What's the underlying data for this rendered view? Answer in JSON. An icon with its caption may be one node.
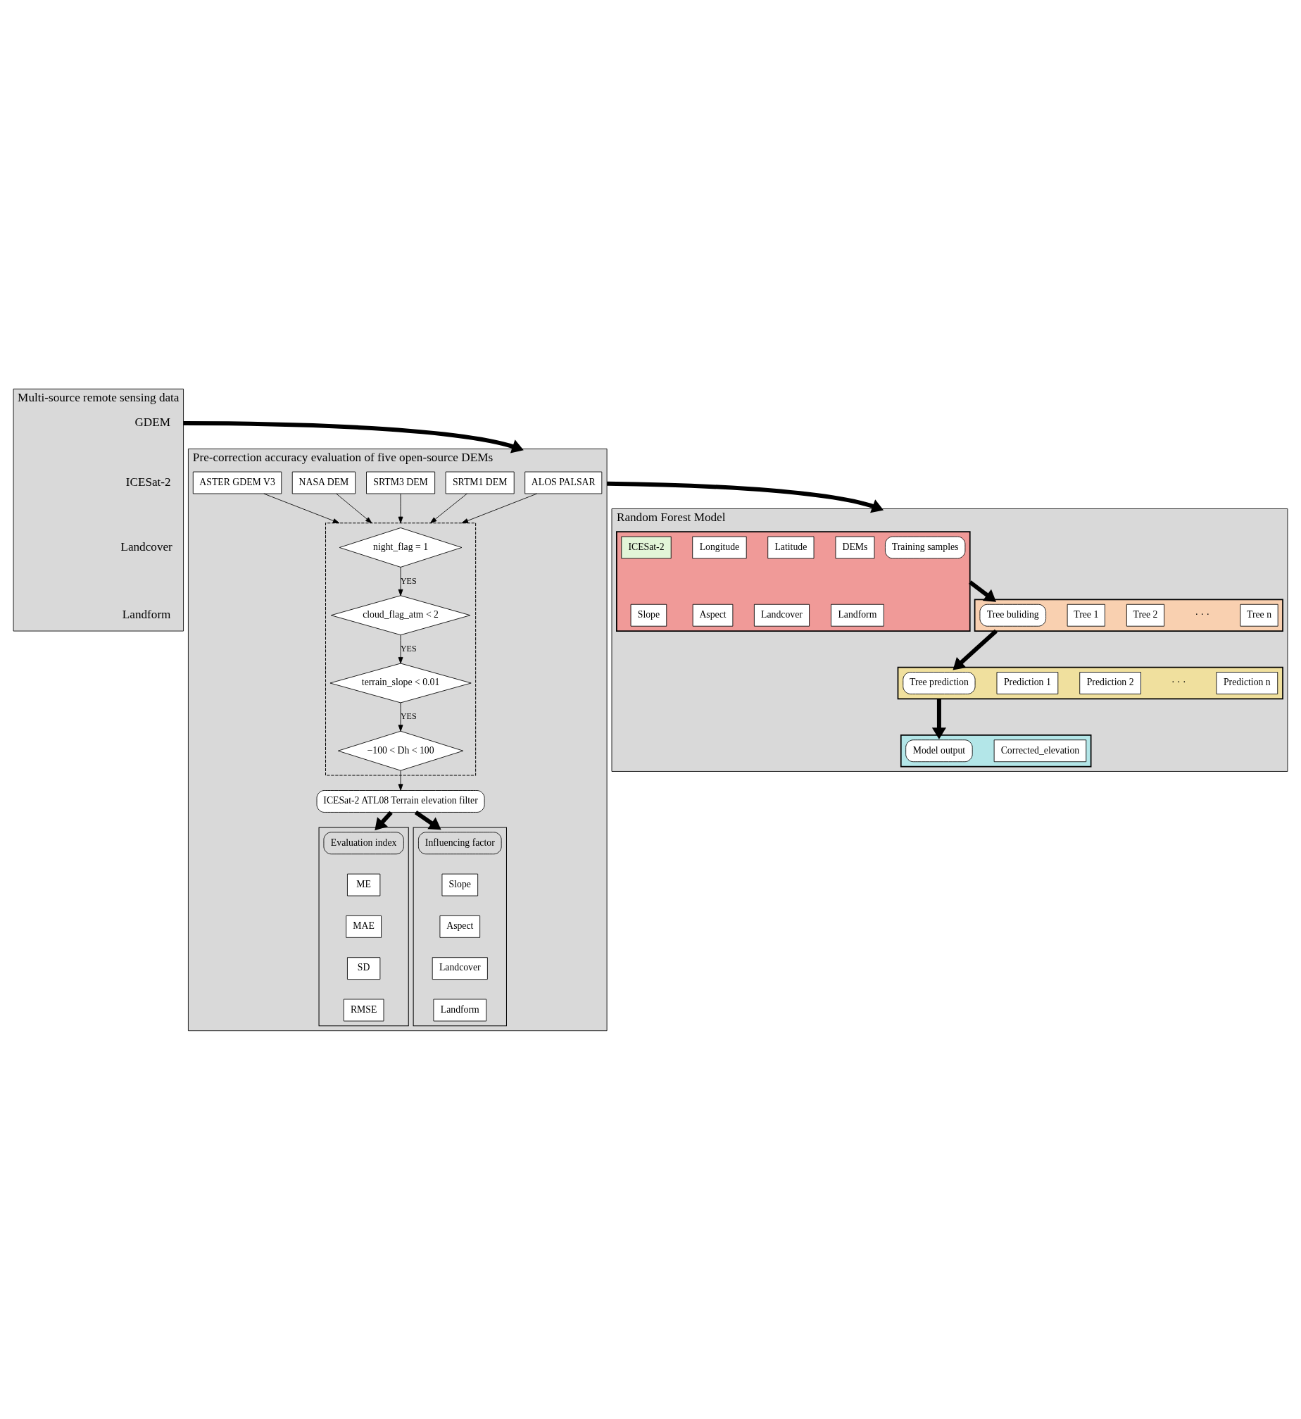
{
  "diagram": {
    "nodes": [
      {
        "text": [
          "Multi-source remote sensing data"
        ]
      },
      {
        "text": [
          "GDEM"
        ],
        "in": 0
      },
      {
        "text": [
          "ICESat-2"
        ],
        "in": 0
      },
      {
        "text": [
          "Landcover"
        ],
        "in": 0
      },
      {
        "text": [
          "Landform"
        ],
        "in": 0
      },
      {
        "text": [
          "Pre-correction accuracy evaluation of five open-source DEMs"
        ]
      },
      {
        "text": [
          "ALOS PALSAR"
        ],
        "in": 5
      },
      {
        "text": [
          "SRTM1 DEM"
        ],
        "in": 5
      },
      {
        "text": [
          "SRTM3 DEM"
        ],
        "in": 5
      },
      {
        "text": [
          "NASA DEM"
        ],
        "in": 5
      },
      {
        "text": [
          "ASTER GDEM V3"
        ],
        "in": 5
      },
      {
        "text": [
          "ICESat-2 ATL08 Terrain elevation filter"
        ],
        "in": 5
      },
      {
        "text": [],
        "shape": "box",
        "in": 5
      },
      {
        "text": [
          "night_flag = 1"
        ],
        "in": 12
      },
      {
        "text": [
          "cloud_flag_atm < 2"
        ],
        "in": 12
      },
      {
        "text": [
          "terrain_slope < 0.01"
        ],
        "in": 12
      },
      {
        "text": [
          "−100 < Dh < 100"
        ],
        "in": 12
      },
      {
        "text": [],
        "shape": "box",
        "in": 5
      },
      {
        "text": [
          "Evaluation index"
        ],
        "in": 17
      },
      {
        "text": [
          "ME"
        ],
        "in": 17
      },
      {
        "text": [
          "MAE"
        ],
        "in": 17
      },
      {
        "text": [
          "SD"
        ],
        "in": 17
      },
      {
        "text": [
          "RMSE"
        ],
        "in": 17
      },
      {
        "text": [],
        "shape": "box",
        "in": 5
      },
      {
        "text": [
          "Influencing factor"
        ],
        "in": 23
      },
      {
        "text": [
          "Slope"
        ],
        "in": 23
      },
      {
        "text": [
          "Aspect"
        ],
        "in": 23
      },
      {
        "text": [
          "Landcover"
        ],
        "in": 23
      },
      {
        "text": [
          "Landform"
        ],
        "in": 23
      },
      {
        "text": [
          "Random Forest Model"
        ]
      },
      {
        "text": [],
        "shape": "bar",
        "in": 29
      },
      {
        "text": [
          "Training samples"
        ],
        "in": 30
      },
      {
        "text": [
          "ICESat-2"
        ],
        "in": 30
      },
      {
        "text": [
          "Longitude"
        ],
        "in": 30
      },
      {
        "text": [
          "Latitude"
        ],
        "in": 30
      },
      {
        "text": [
          "DEMs"
        ],
        "in": 30
      },
      {
        "text": [
          "Slope"
        ],
        "in": 30
      },
      {
        "text": [
          "Aspect"
        ],
        "in": 30
      },
      {
        "text": [
          "Landcover"
        ],
        "in": 30
      },
      {
        "text": [
          "Landform"
        ],
        "in": 30
      },
      {
        "text": [],
        "shape": "bar",
        "in": 29
      },
      {
        "text": [
          "Tree buliding"
        ],
        "in": 40
      },
      {
        "text": [
          "Tree 1"
        ],
        "in": 40
      },
      {
        "text": [
          "Tree 2"
        ],
        "in": 40
      },
      {
        "text": [
          "Tree n"
        ],
        "in": 40
      },
      {
        "text": [],
        "shape": "bar",
        "in": 29
      },
      {
        "text": [
          "Tree prediction"
        ],
        "in": 45
      },
      {
        "text": [
          "Prediction 1"
        ],
        "in": 45
      },
      {
        "text": [
          "Prediction 2"
        ],
        "in": 45
      },
      {
        "text": [
          "Prediction n"
        ],
        "in": 45
      },
      {
        "text": [],
        "shape": "bar",
        "in": 29
      },
      {
        "text": [
          "Model output"
        ],
        "in": 50
      },
      {
        "text": [
          "Corrected_elevation"
        ],
        "in": 50
      }
    ],
    "edges": [
      {
        "from": 0,
        "to": 5,
        "arrow": "to",
        "style": "thick"
      },
      {
        "from": 6,
        "to": 12,
        "arrow": "to"
      },
      {
        "from": 7,
        "to": 12,
        "arrow": "to"
      },
      {
        "from": 8,
        "to": 12,
        "arrow": "to"
      },
      {
        "from": 9,
        "to": 12,
        "arrow": "to"
      },
      {
        "from": 10,
        "to": 12,
        "arrow": "to"
      },
      {
        "from": 13,
        "to": 14,
        "label": "YES",
        "arrow": "to"
      },
      {
        "from": 14,
        "to": 15,
        "label": "YES",
        "arrow": "to"
      },
      {
        "from": 15,
        "to": 16,
        "label": "YES",
        "arrow": "to"
      },
      {
        "from": 16,
        "to": 11,
        "arrow": "to"
      },
      {
        "from": 11,
        "to": 17,
        "arrow": "to",
        "style": "thick"
      },
      {
        "from": 11,
        "to": 23,
        "arrow": "to",
        "style": "thick"
      },
      {
        "from": 5,
        "to": 29,
        "arrow": "to",
        "style": "thick"
      },
      {
        "from": 30,
        "to": 40,
        "arrow": "to",
        "style": "thick"
      },
      {
        "from": 40,
        "to": 45,
        "arrow": "to",
        "style": "thick"
      },
      {
        "from": 45,
        "to": 50,
        "arrow": "to",
        "style": "thick"
      }
    ],
    "labels": [
      "· · ·",
      "· · ·"
    ]
  }
}
